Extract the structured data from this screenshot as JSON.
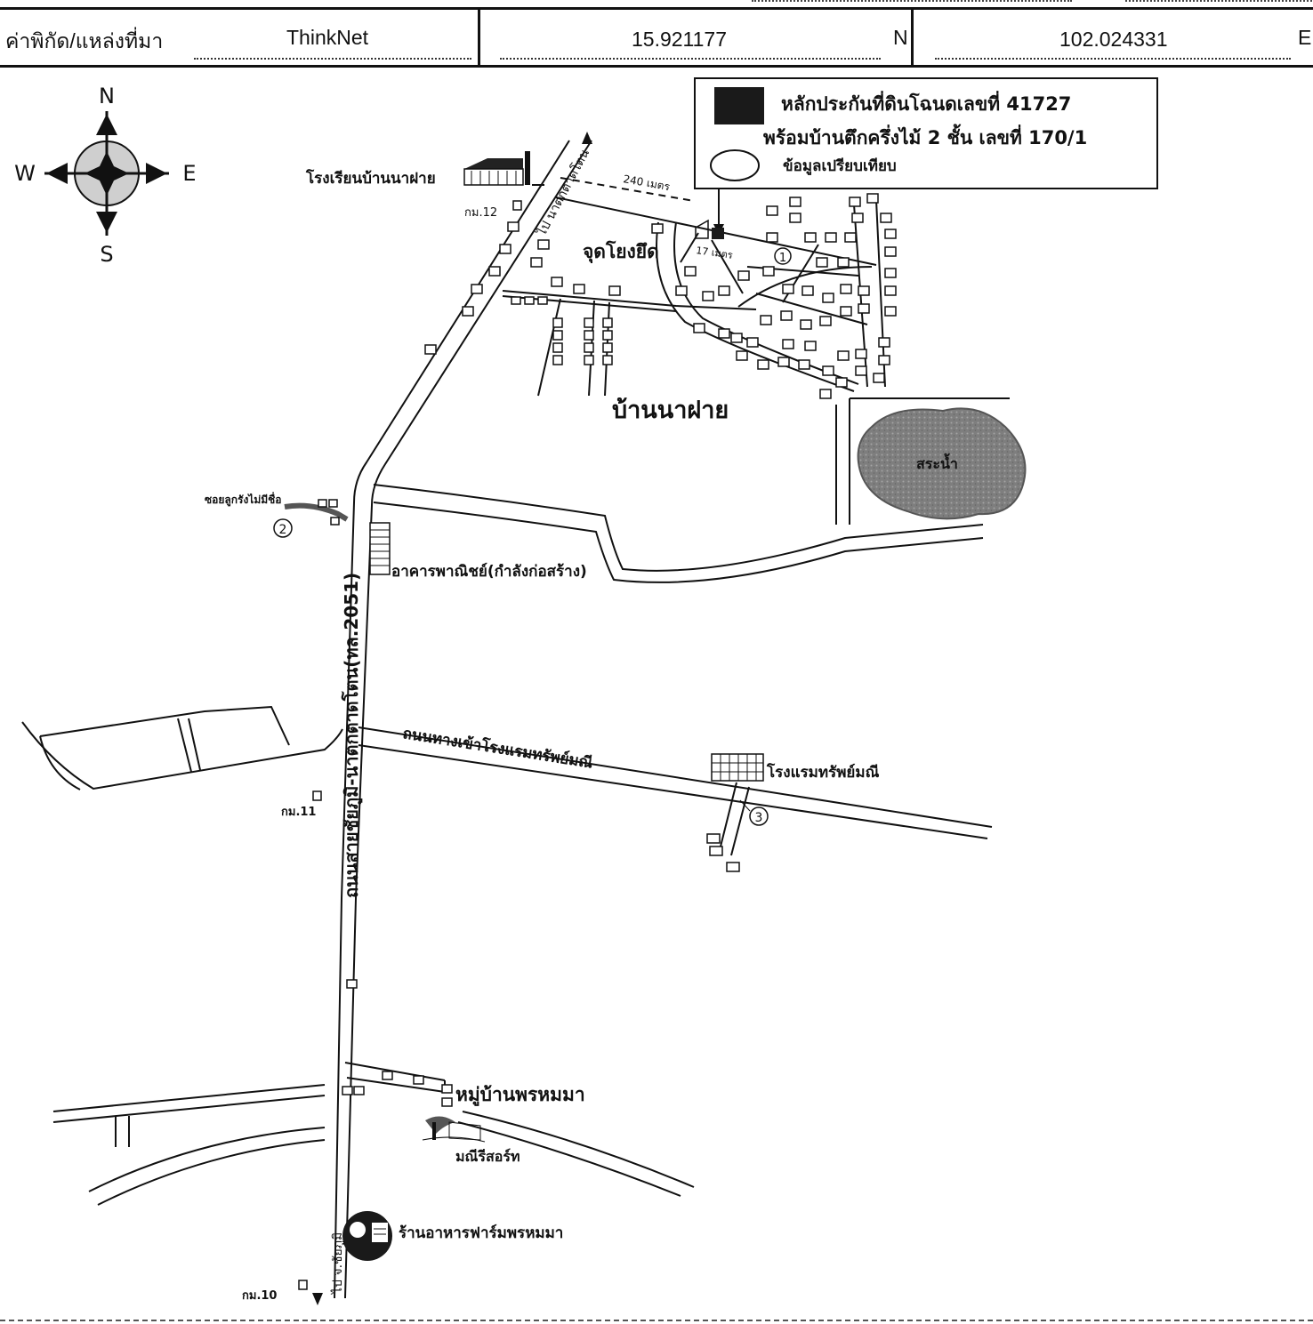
{
  "header": {
    "label": "ค่าพิกัด/แหล่งที่มา",
    "source": "ThinkNet",
    "latitude": "15.921177",
    "lat_dir": "N",
    "longitude": "102.024331",
    "lon_dir": "E"
  },
  "legend": {
    "collateral": "หลักประกันที่ดินโฉนดเลขที่ 41727",
    "house": "พร้อมบ้านตึกครึ่งไม้ 2 ชั้น เลขที่ 170/1",
    "comparison": "ข้อมูลเปรียบเทียบ"
  },
  "compass": {
    "n": "N",
    "s": "S",
    "e": "E",
    "w": "W"
  },
  "places": {
    "school": "โรงเรียนบ้านนาฝาย",
    "km12": "กม.12",
    "to_nadtatton": "ไป นาตกตาดโตน",
    "dist_240": "240 เมตร",
    "dist_17": "17 เมตร",
    "junction": "จุดโยงยึด",
    "village": "บ้านนาฝาย",
    "pond": "สระน้ำ",
    "soi": "ซอยลูกรังไม่มีชื่อ",
    "commercial": "อาคารพาณิชย์(กำลังก่อสร้าง)",
    "main_road": "ถนนสายชัยภูมิ-นาตกตาดโตน(ทล.2051)",
    "hotel_road": "ถนนทางเข้าโรงแรมทรัพย์มณี",
    "hotel": "โรงแรมทรัพย์มณี",
    "km11": "กม.11",
    "village2": "หมู่บ้านพรหมมา",
    "resort": "มณีรีสอร์ท",
    "restaurant": "ร้านอาหารฟาร์มพรหมมา",
    "to_chaiyaphum": "ไป จ.ชัยภูมิ",
    "km10": "กม.10",
    "marker1": "1",
    "marker2": "2",
    "marker3": "3"
  },
  "colors": {
    "pond": "#8a8a8a",
    "ink": "#111111",
    "collateral": "#1a1a1a"
  }
}
